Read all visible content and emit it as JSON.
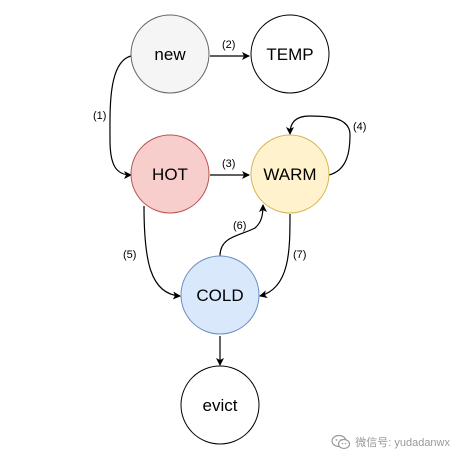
{
  "diagram": {
    "nodes": {
      "new": {
        "label": "new",
        "fill": "#f5f5f5",
        "stroke": "#666666"
      },
      "temp": {
        "label": "TEMP",
        "fill": "#ffffff",
        "stroke": "#000000"
      },
      "hot": {
        "label": "HOT",
        "fill": "#f8cecc",
        "stroke": "#b85450"
      },
      "warm": {
        "label": "WARM",
        "fill": "#fff2cc",
        "stroke": "#d6b656"
      },
      "cold": {
        "label": "COLD",
        "fill": "#dae8fc",
        "stroke": "#6c8ebf"
      },
      "evict": {
        "label": "evict",
        "fill": "#ffffff",
        "stroke": "#000000"
      }
    },
    "edges": {
      "e1": {
        "label": "(1)",
        "from": "new",
        "to": "HOT"
      },
      "e2": {
        "label": "(2)",
        "from": "new",
        "to": "TEMP"
      },
      "e3": {
        "label": "(3)",
        "from": "HOT",
        "to": "WARM"
      },
      "e4": {
        "label": "(4)",
        "from": "WARM",
        "to": "WARM"
      },
      "e5": {
        "label": "(5)",
        "from": "HOT",
        "to": "COLD"
      },
      "e6": {
        "label": "(6)",
        "from": "COLD",
        "to": "WARM"
      },
      "e7": {
        "label": "(7)",
        "from": "WARM",
        "to": "COLD"
      },
      "e8": {
        "label": "",
        "from": "COLD",
        "to": "evict"
      }
    }
  },
  "watermark": {
    "text": "微信号: yudadanwx",
    "icon": "wechat-icon"
  }
}
